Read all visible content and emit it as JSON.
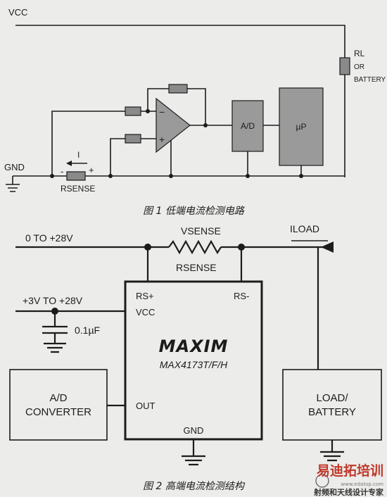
{
  "figure1": {
    "vcc_label": "VCC",
    "rl_label": "RL",
    "or_label": "OR",
    "battery_label": "BATTERY",
    "gnd_label": "GND",
    "current_label": "I",
    "rsense_label": "RSENSE",
    "minus_sign": "-",
    "plus_sign": "+",
    "adc_label": "A/D",
    "up_label": "µP",
    "opamp_minus": "−",
    "opamp_plus": "+",
    "caption": "图 1 低端电流检测电路"
  },
  "figure2": {
    "supply_label": "0 TO +28V",
    "vsense_label": "VSENSE",
    "rsense_label": "RSENSE",
    "iload_label": "ILOAD",
    "vcc_supply_label": "+3V TO +28V",
    "cap_label": "0.1µF",
    "pin_rsplus": "RS+",
    "pin_rsminus": "RS-",
    "pin_vcc": "VCC",
    "pin_out": "OUT",
    "pin_gnd": "GND",
    "brand": "MAXIM",
    "part": "MAX4173T/F/H",
    "adc_line1": "A/D",
    "adc_line2": "CONVERTER",
    "load_line1": "LOAD/",
    "load_line2": "BATTERY",
    "caption": "图 2 高端电流检测结构"
  },
  "watermark": {
    "line1": "易迪拓培训",
    "line2": "射频和天线设计专家",
    "url": "www.edatop.com"
  }
}
